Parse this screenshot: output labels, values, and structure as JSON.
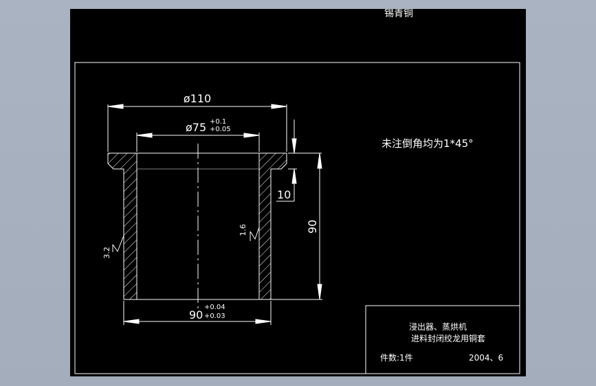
{
  "material": "锡青铜",
  "note": "未注倒角均为1*45°",
  "dimensions": {
    "outer_diameter": "ø110",
    "inner_diameter": "ø75",
    "inner_tol_upper": "+0.1",
    "inner_tol_lower": "+0.05",
    "flange_thickness": "10",
    "height": "90",
    "body_diameter": "90",
    "body_tol_upper": "+0.04",
    "body_tol_lower": "+0.03"
  },
  "roughness": {
    "outer": "3.2",
    "inner": "1.6"
  },
  "title_block": {
    "line1": "浸出器、蒸烘机",
    "line2": "进料封闭绞龙用铜套",
    "quantity": "件数:1件",
    "date": "2004、6"
  },
  "colors": {
    "background": "#a6b0be",
    "paper": "#000000",
    "lines": "#ffffff"
  }
}
